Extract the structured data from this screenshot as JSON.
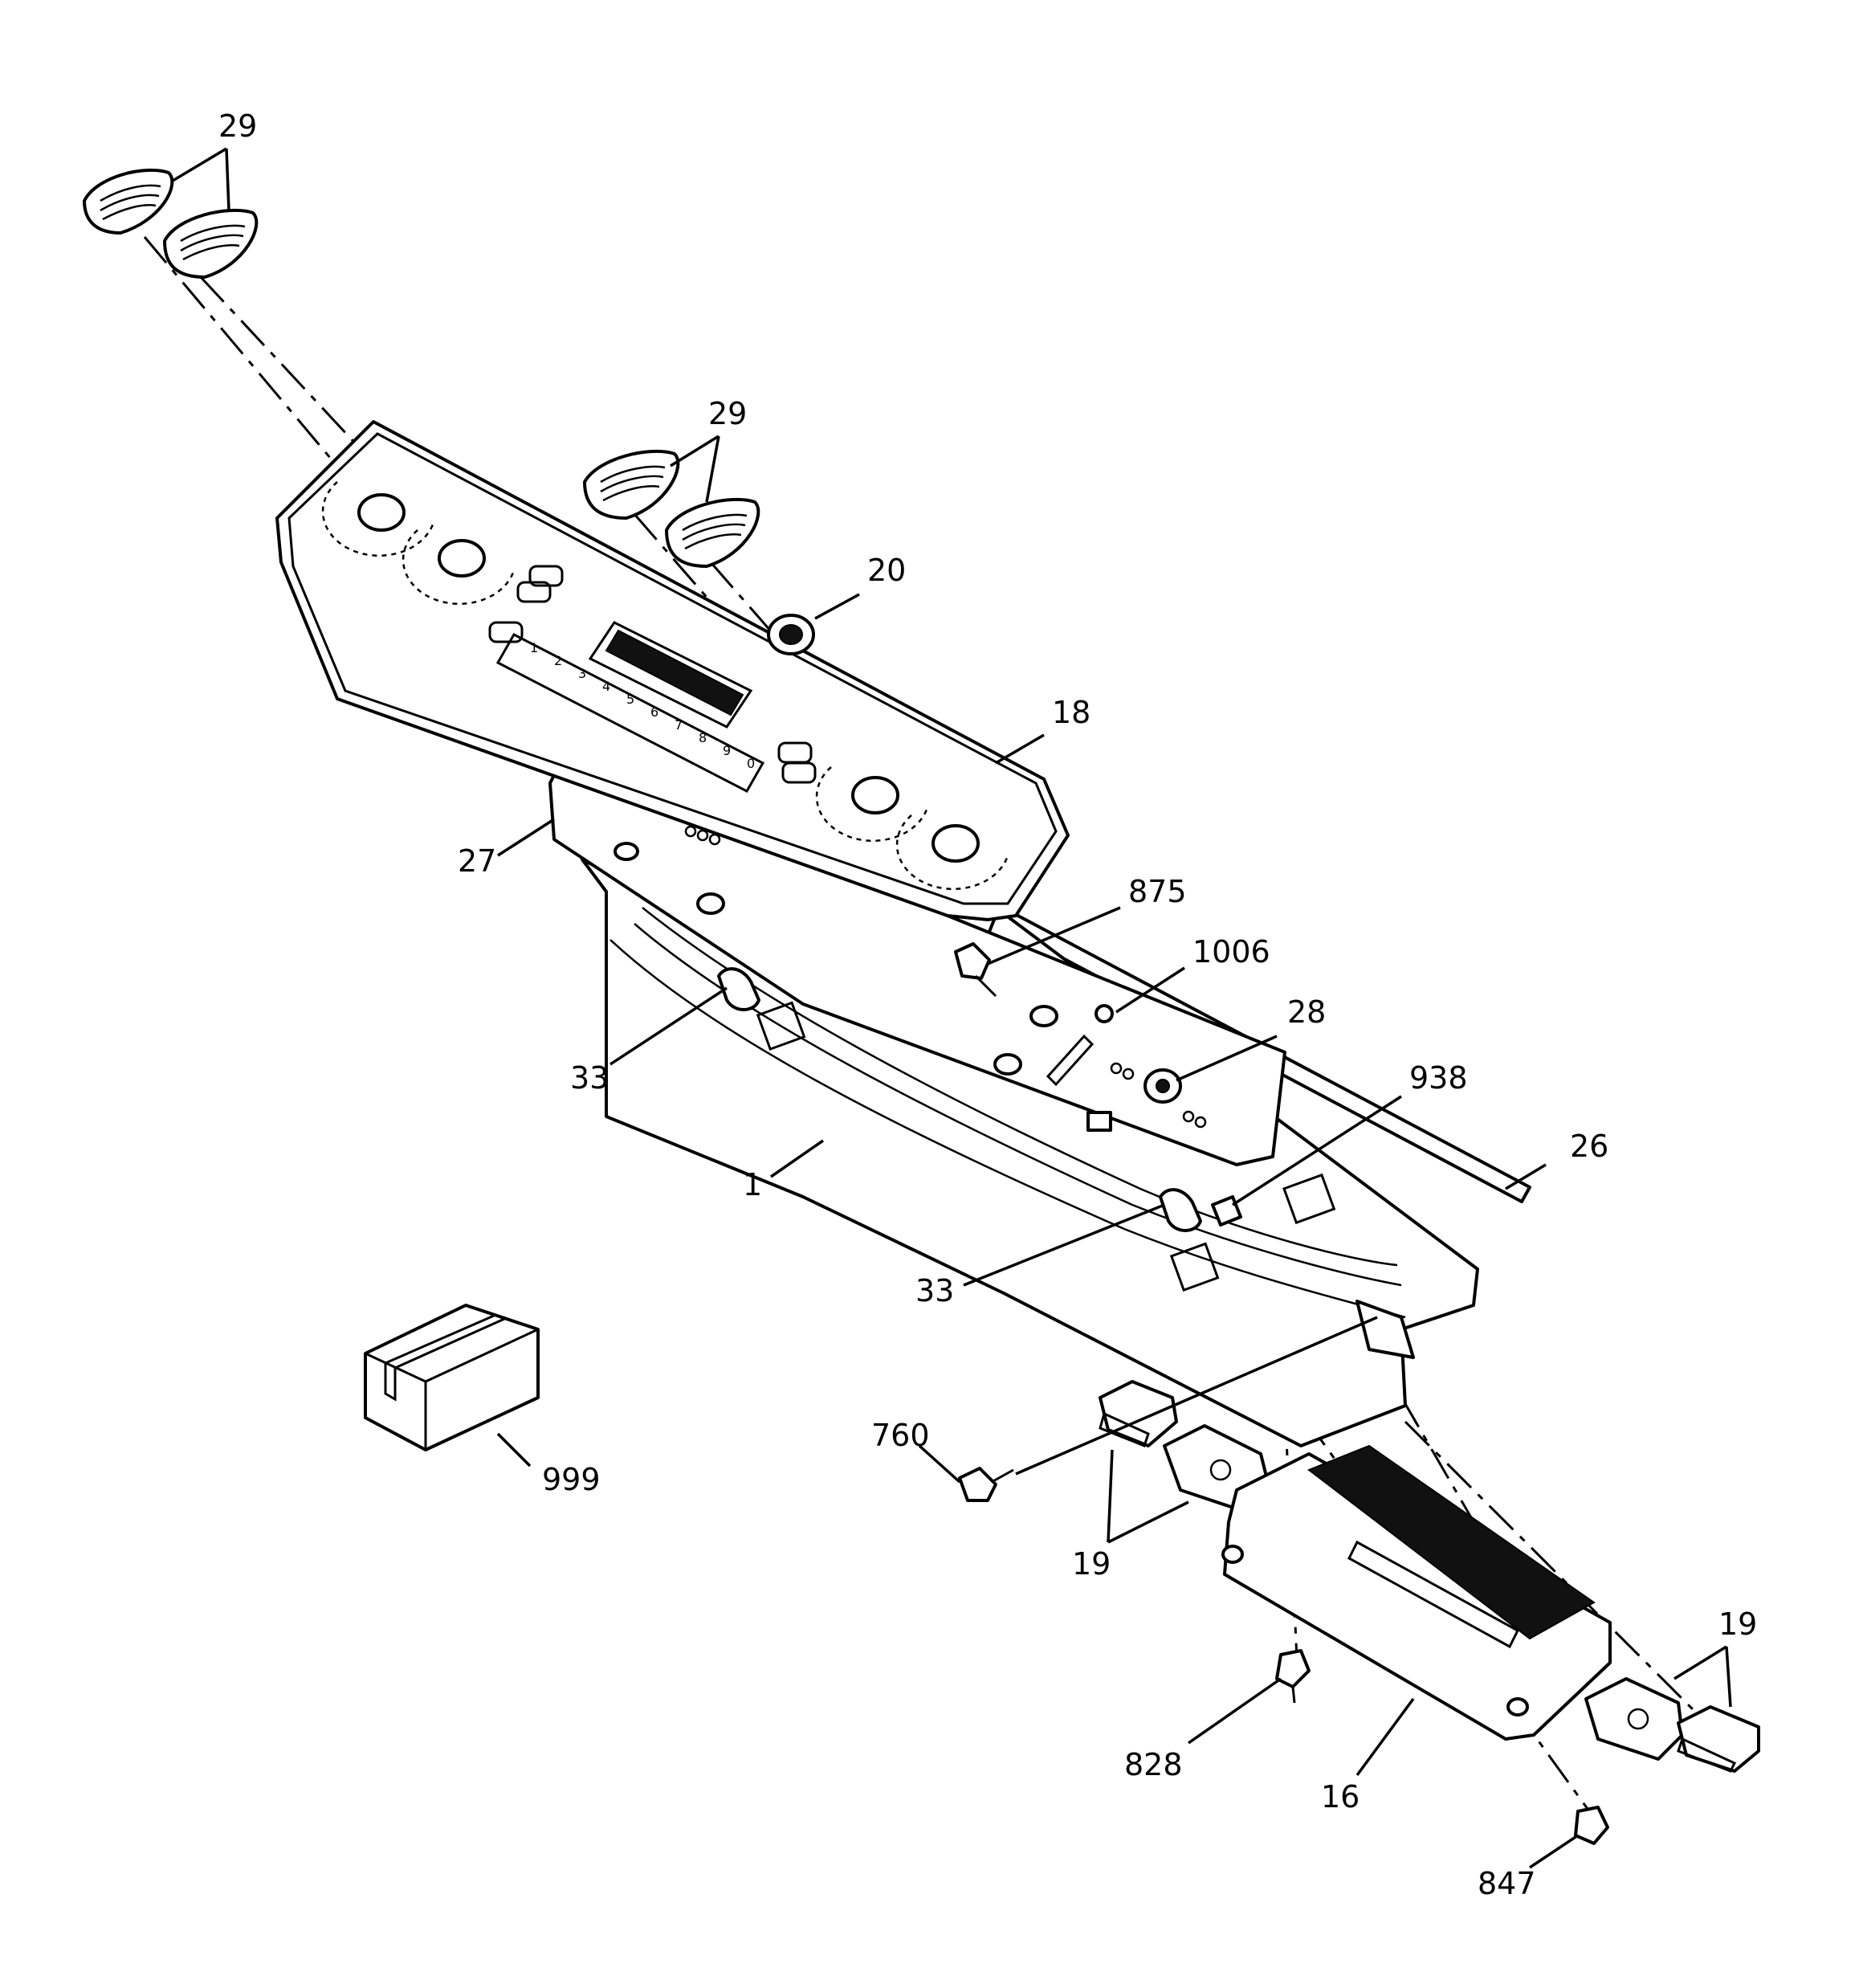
{
  "callouts": {
    "c29a": "29",
    "c29b": "29",
    "c20": "20",
    "c18": "18",
    "c27": "27",
    "c875": "875",
    "c1006": "1006",
    "c28": "28",
    "c33a": "33",
    "c938": "938",
    "c26": "26",
    "c1": "1",
    "c33b": "33",
    "c760": "760",
    "c999": "999",
    "c19a": "19",
    "c19b": "19",
    "c828": "828",
    "c16": "16",
    "c847": "847"
  },
  "panel_digits": [
    "1",
    "2",
    "3",
    "4",
    "5",
    "6",
    "7",
    "8",
    "9",
    "0"
  ]
}
